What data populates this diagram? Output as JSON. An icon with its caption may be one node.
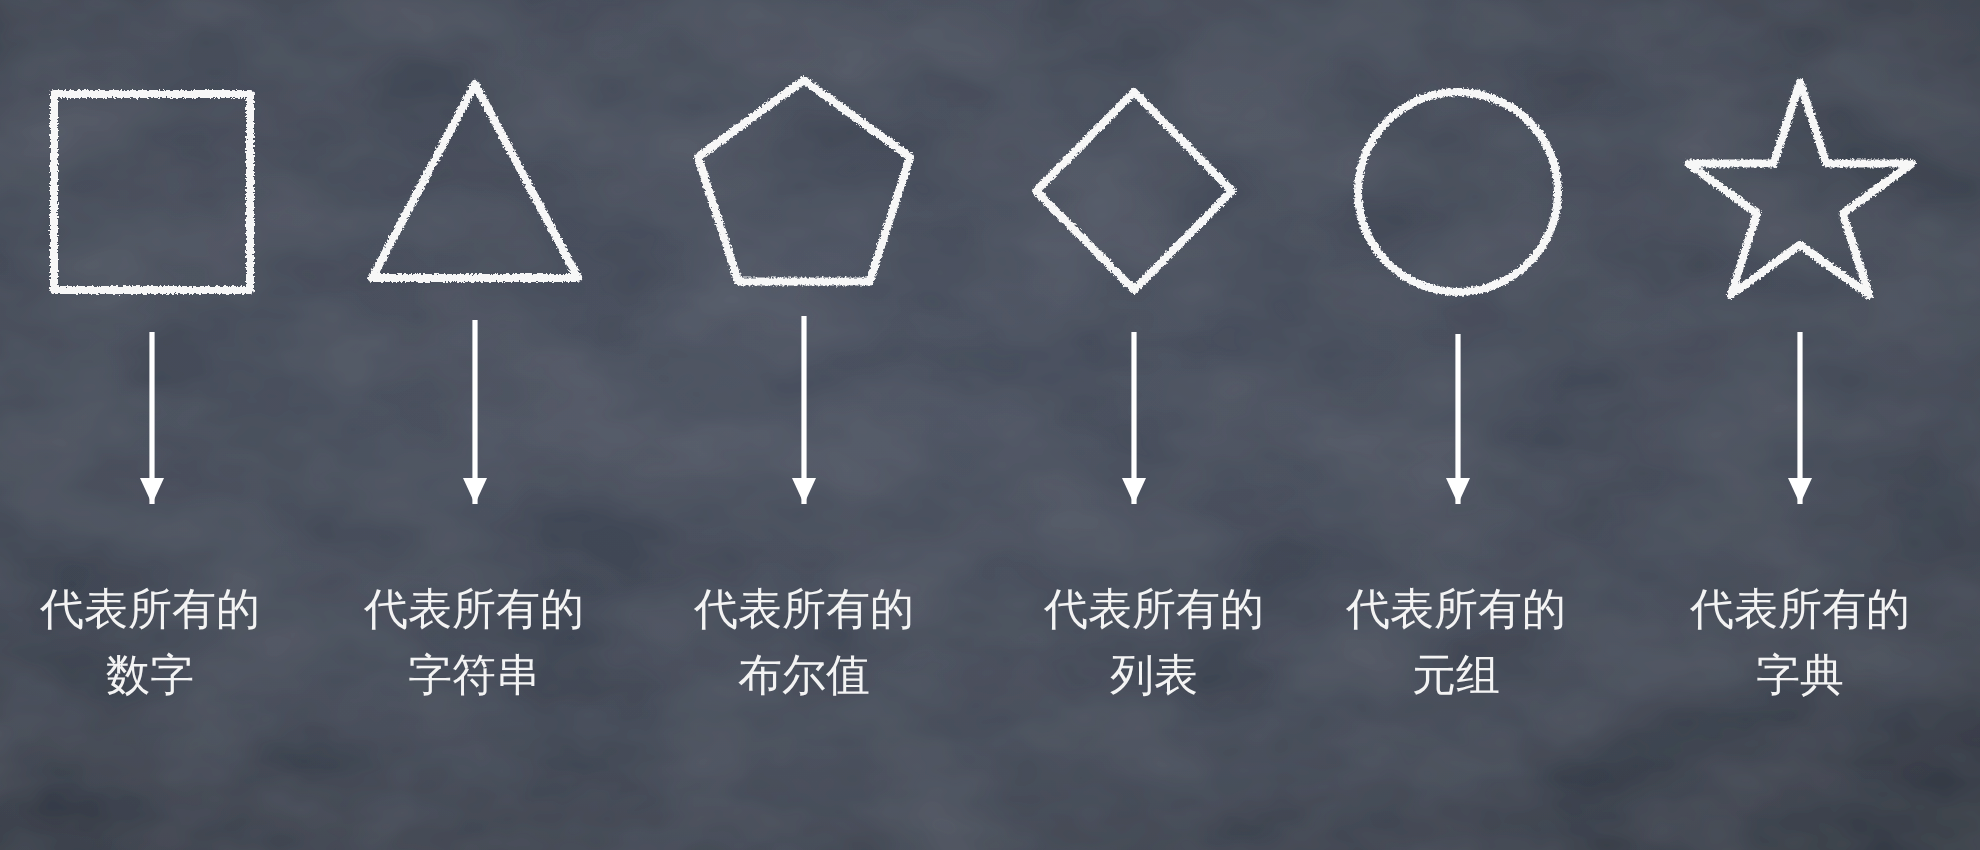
{
  "diagram": {
    "nodes": [
      {
        "text": [],
        "shape": "square"
      },
      {
        "text": [],
        "shape": "triangle"
      },
      {
        "text": [],
        "shape": "pentagon"
      },
      {
        "text": [],
        "shape": "diamond"
      },
      {
        "text": [],
        "shape": "circle"
      },
      {
        "text": [],
        "shape": "star"
      },
      {
        "text": [
          "代表所有的数字"
        ]
      },
      {
        "text": [
          "代表所有的字符串"
        ]
      },
      {
        "text": [
          "代表所有的布尔值"
        ]
      },
      {
        "text": [
          "代表所有的列表"
        ]
      },
      {
        "text": [
          "代表所有的元组"
        ]
      },
      {
        "text": [
          "代表所有的字典"
        ]
      }
    ],
    "edges": [
      {
        "from": 0,
        "to": 6,
        "arrow": "to"
      },
      {
        "from": 1,
        "to": 7,
        "arrow": "to"
      },
      {
        "from": 2,
        "to": 8,
        "arrow": "to"
      },
      {
        "from": 3,
        "to": 9,
        "arrow": "to"
      },
      {
        "from": 4,
        "to": 10,
        "arrow": "to"
      },
      {
        "from": 5,
        "to": 11,
        "arrow": "to"
      }
    ]
  }
}
